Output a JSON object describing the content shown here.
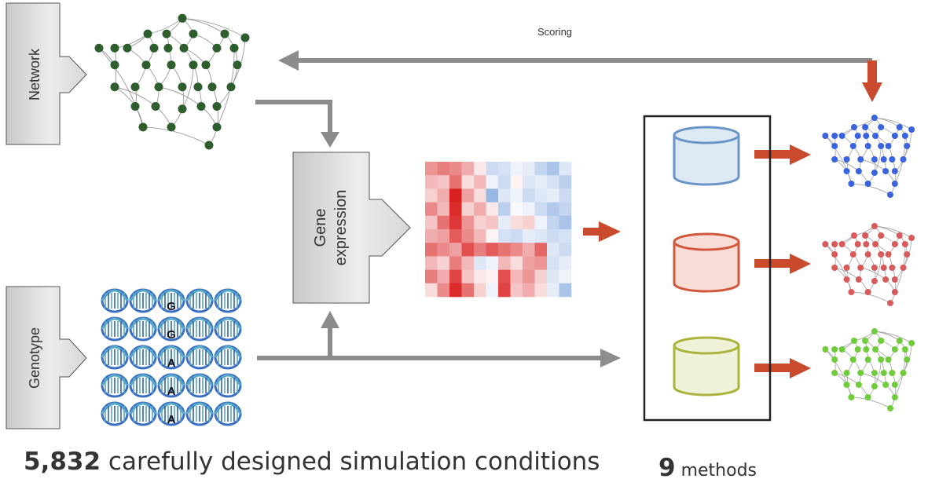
{
  "labels": {
    "network": "Network",
    "genotype": "Genotype",
    "gene_expression_line1": "Gene",
    "gene_expression_line2": "expression",
    "scoring": "Scoring"
  },
  "alleles": [
    "G",
    "G",
    "A",
    "A",
    "A"
  ],
  "caption": {
    "conditions_count": "5,832",
    "conditions_text": " carefully designed simulation conditions",
    "methods_count": "9",
    "methods_text": " methods"
  },
  "colors": {
    "network_node": "#2e5e2e",
    "arrow_gray": "#8c8c8c",
    "arrow_red": "#c94a2c",
    "db_blue_stroke": "#6b95c7",
    "db_blue_fill": "#dde9f5",
    "db_red_stroke": "#d2583d",
    "db_red_fill": "#f7ddd5",
    "db_green_stroke": "#aab43c",
    "db_green_fill": "#eef2d8",
    "net_blue": "#3a63e0",
    "net_red": "#d95a5a",
    "net_green": "#6fcd3b"
  },
  "heatmap": {
    "columns": 12,
    "rows": 10,
    "values": [
      [
        0.45,
        0.55,
        0.5,
        0.35,
        0.1,
        -0.3,
        -0.25,
        -0.1,
        -0.15,
        -0.35,
        -0.5,
        -0.2
      ],
      [
        0.3,
        0.25,
        0.6,
        0.15,
        0.3,
        -0.1,
        -0.3,
        0.05,
        -0.2,
        -0.15,
        -0.25,
        -0.4
      ],
      [
        0.2,
        0.35,
        0.95,
        0.4,
        0.15,
        -0.6,
        -0.2,
        -0.1,
        -0.3,
        -0.2,
        -0.15,
        -0.3
      ],
      [
        0.5,
        0.3,
        0.9,
        0.2,
        0.35,
        0.1,
        -0.4,
        -0.05,
        -0.1,
        -0.3,
        -0.45,
        -0.35
      ],
      [
        0.25,
        0.6,
        0.85,
        0.45,
        0.2,
        0.25,
        -0.15,
        0.15,
        0.2,
        -0.1,
        -0.35,
        -0.5
      ],
      [
        0.35,
        0.4,
        0.7,
        0.5,
        0.3,
        0.05,
        -0.25,
        -0.3,
        -0.15,
        -0.2,
        -0.3,
        -0.25
      ],
      [
        0.6,
        0.5,
        0.4,
        0.75,
        0.55,
        0.7,
        0.6,
        0.5,
        0.35,
        0.65,
        -0.2,
        -0.3
      ],
      [
        0.3,
        0.2,
        0.55,
        0.3,
        -0.2,
        -0.1,
        0.3,
        0.15,
        0.4,
        0.45,
        -0.25,
        -0.15
      ],
      [
        0.55,
        0.35,
        0.8,
        0.25,
        0.1,
        0.05,
        0.75,
        0.3,
        0.45,
        0.2,
        -0.2,
        -0.1
      ],
      [
        0.15,
        0.5,
        0.9,
        0.6,
        0.2,
        -0.1,
        0.8,
        0.25,
        0.35,
        0.15,
        -0.15,
        -0.5
      ]
    ]
  }
}
